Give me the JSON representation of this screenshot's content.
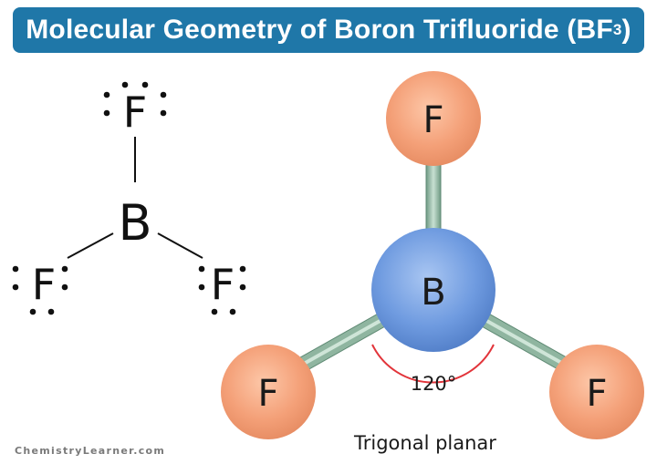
{
  "title": {
    "main": "Molecular Geometry of Boron Trifluoride (BF",
    "subscript": "3",
    "close": ")"
  },
  "lewis_structure": {
    "central_atom": "B",
    "top_atom": "F",
    "left_atom": "F",
    "right_atom": "F"
  },
  "ball_model": {
    "central_atom": "B",
    "top_atom": "F",
    "bottom_left_atom": "F",
    "bottom_right_atom": "F",
    "bond_angle": "120°",
    "colors": {
      "boron": "#6f9be0",
      "fluorine": "#f4a078",
      "bond": "#8fb5a0",
      "angle_arc": "#e2343a"
    }
  },
  "geometry_label": "Trigonal planar",
  "credit": "ChemistryLearner.com"
}
